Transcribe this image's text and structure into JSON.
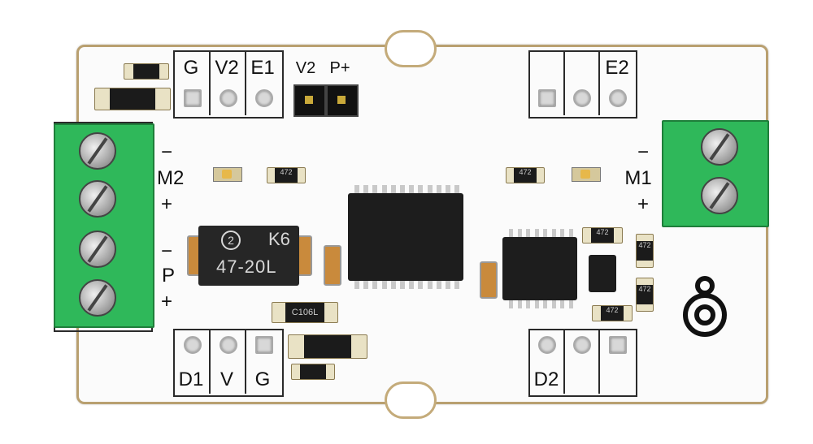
{
  "labels": {
    "top_left": [
      "G",
      "V2",
      "E1"
    ],
    "jumper": [
      "V2",
      "P+"
    ],
    "top_right": [
      "E2"
    ],
    "bottom_left": [
      "D1",
      "V",
      "G"
    ],
    "bottom_right": [
      "D2"
    ],
    "motor2": "M2",
    "motor1": "M1",
    "power": "P",
    "minus": "−",
    "plus": "+"
  },
  "components": {
    "big_cap_top": "K6",
    "big_cap_main": "47-20L",
    "big_cap_mark": "2",
    "diode_mark": "C106L",
    "resistor_marks": [
      "472",
      "472",
      "472",
      "472",
      "472",
      "472"
    ]
  },
  "colors": {
    "board": "#fbfbfb",
    "terminal": "#2fb85a",
    "edge": "#b9a070"
  }
}
